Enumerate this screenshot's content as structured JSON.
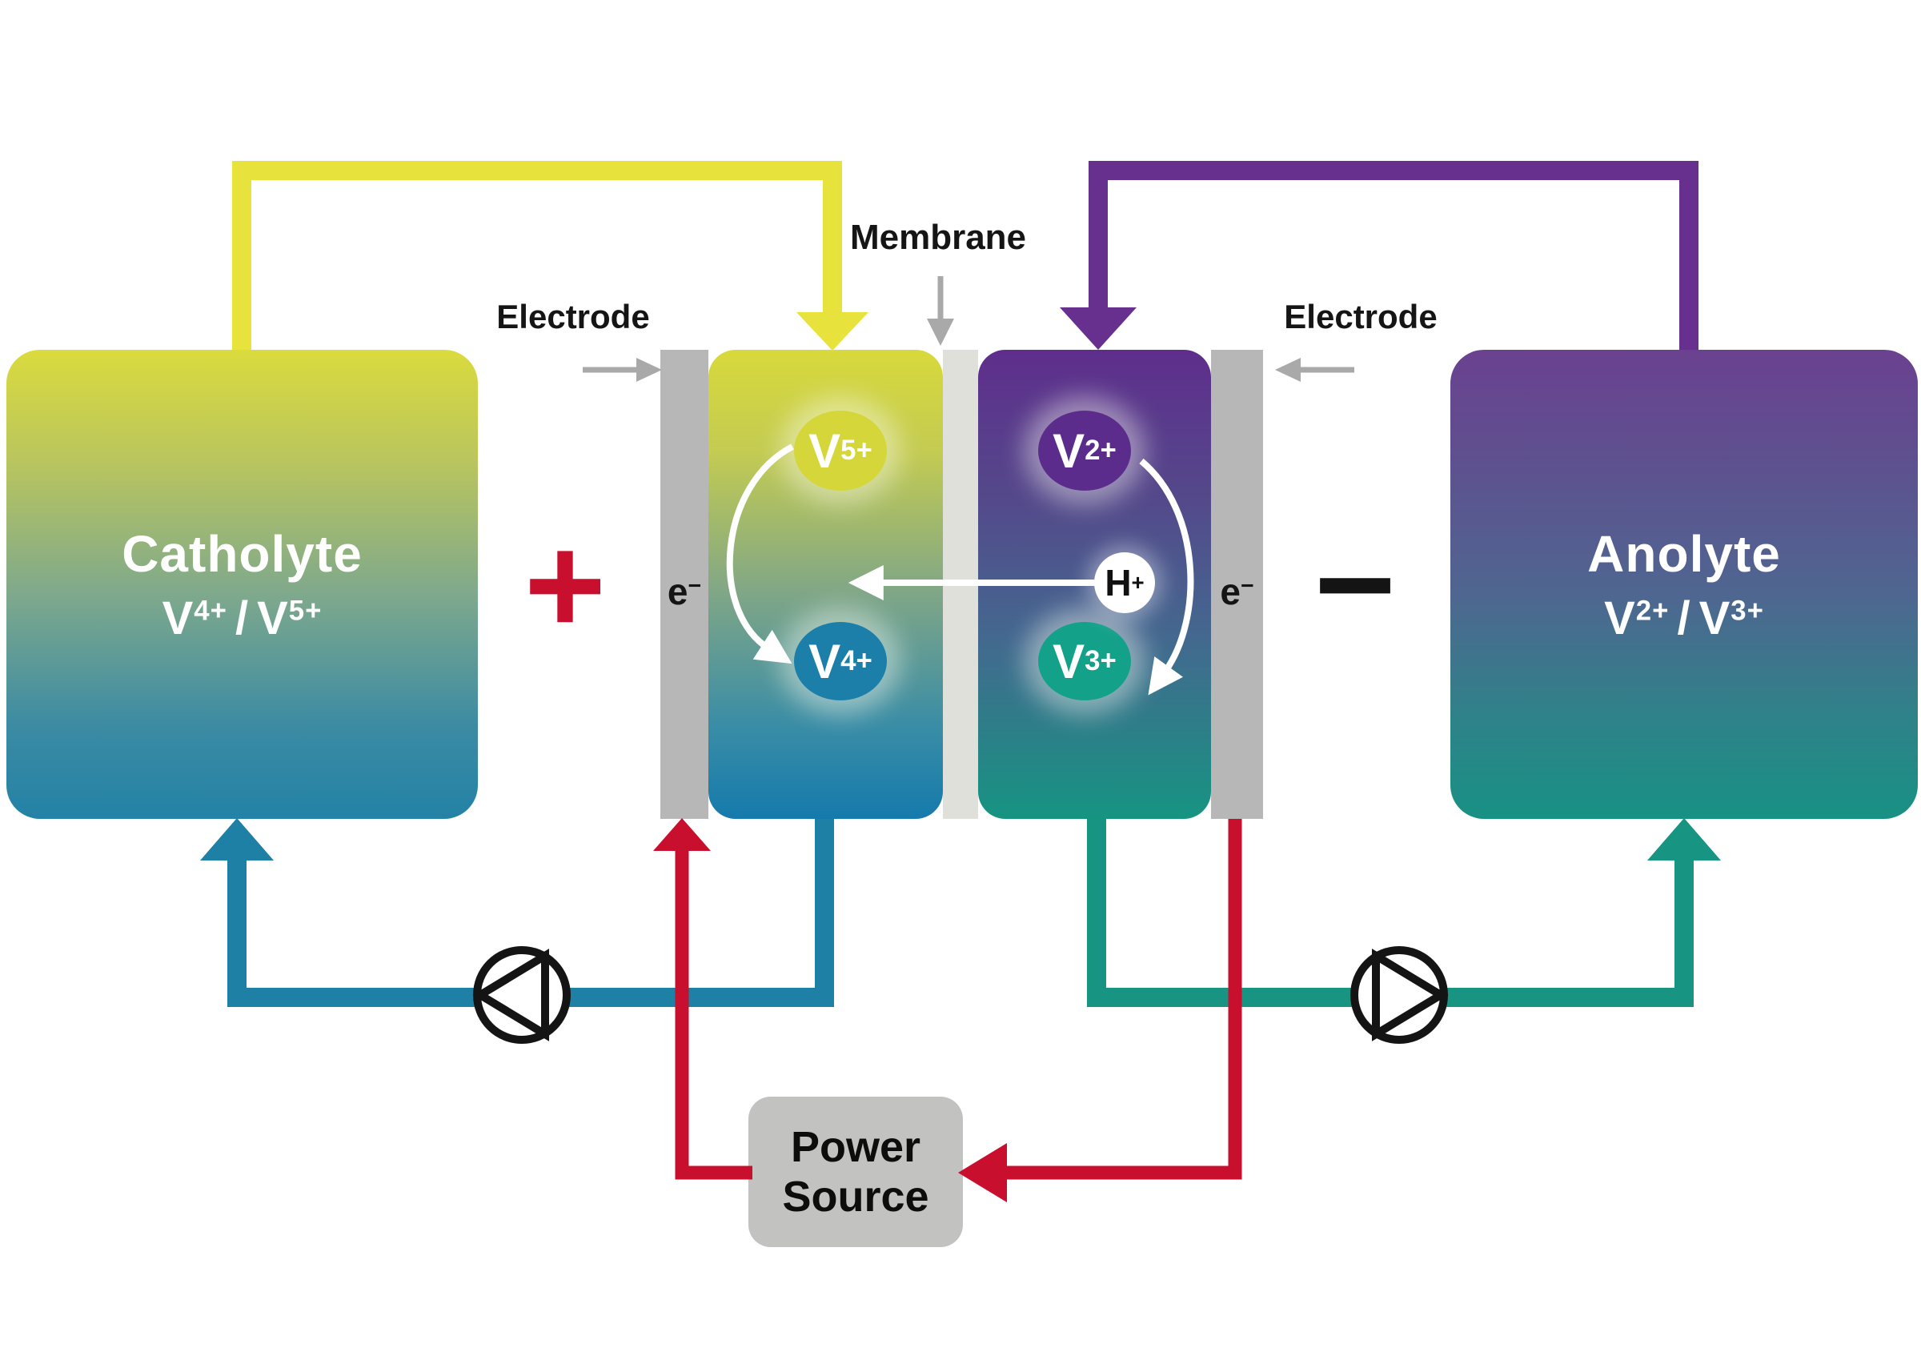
{
  "colors": {
    "yellow": "#e7e33c",
    "purple": "#67308e",
    "blue": "#1d80a4",
    "green": "#179482",
    "red": "#c8102e",
    "electrode_gray": "#b7b7b7",
    "membrane_gray": "#e0e0da",
    "box_gray": "#c2c2c1",
    "label_gray": "#a9a9a9",
    "white": "#ffffff",
    "black": "#141414"
  },
  "labels": {
    "membrane": "Membrane",
    "electrode_left": "Electrode",
    "electrode_right": "Electrode",
    "plus": "+",
    "minus": "−",
    "power_line1": "Power",
    "power_line2": "Source"
  },
  "tanks": {
    "catholyte": {
      "title": "Catholyte",
      "f1_base": "V",
      "f1_sup": "4+",
      "sep": "/",
      "f2_base": "V",
      "f2_sup": "5+"
    },
    "anolyte": {
      "title": "Anolyte",
      "f1_base": "V",
      "f1_sup": "2+",
      "sep": "/",
      "f2_base": "V",
      "f2_sup": "3+"
    }
  },
  "cell": {
    "electron_left_base": "e",
    "electron_left_sup": "−",
    "electron_right_base": "e",
    "electron_right_sup": "−",
    "species": {
      "v5": {
        "base": "V",
        "sup": "5+"
      },
      "v4": {
        "base": "V",
        "sup": "4+"
      },
      "v2": {
        "base": "V",
        "sup": "2+"
      },
      "v3": {
        "base": "V",
        "sup": "3+"
      },
      "h": {
        "base": "H",
        "sup": "+"
      }
    }
  }
}
